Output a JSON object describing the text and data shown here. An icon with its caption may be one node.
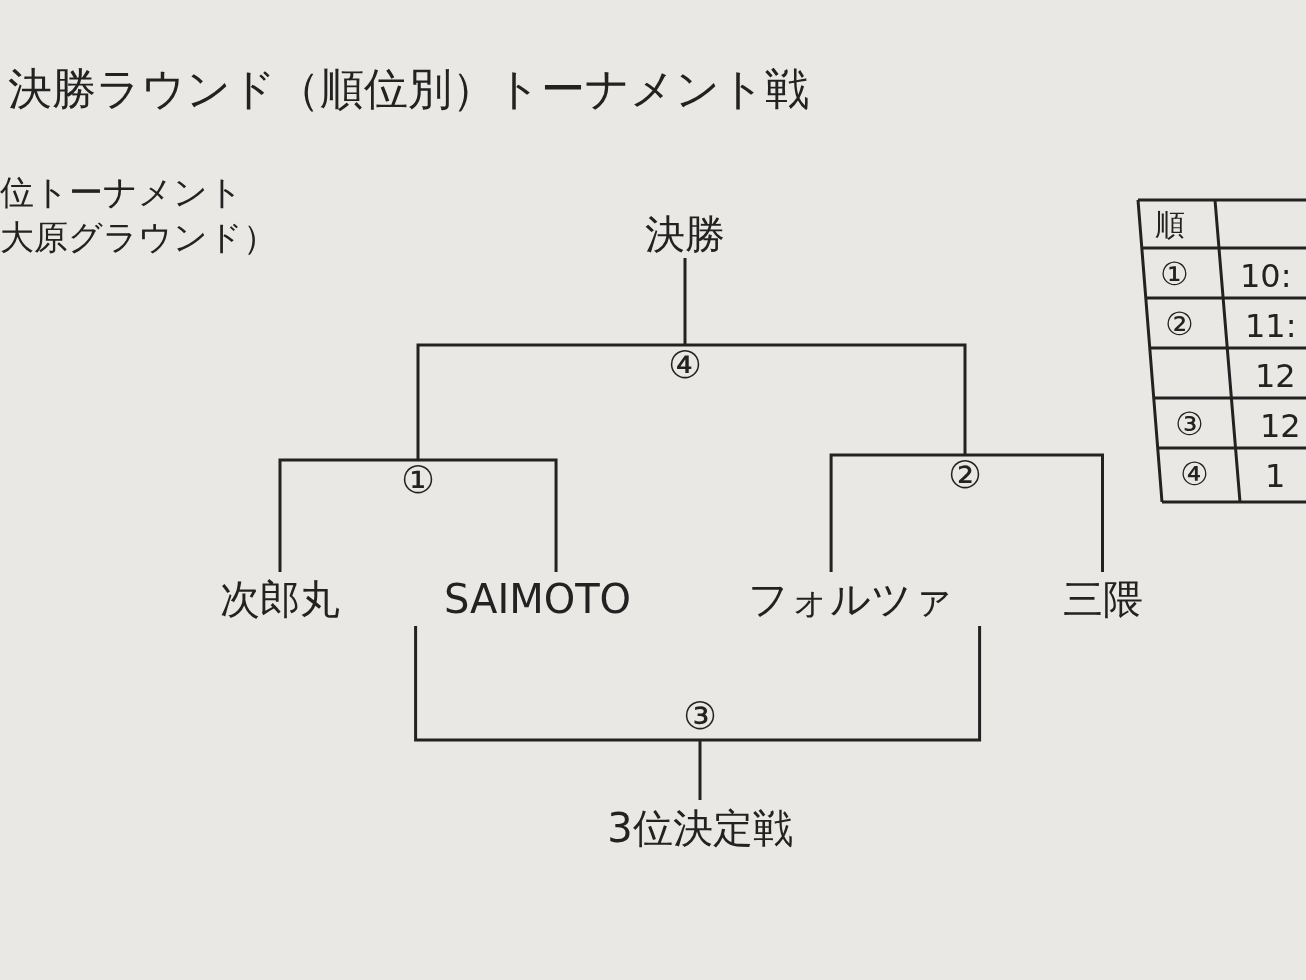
{
  "diagram": {
    "title": "決勝ラウンド（順位別）トーナメント戦",
    "nodes": [
      {
        "text": [
          "決勝"
        ]
      },
      {
        "text": [
          "④"
        ]
      },
      {
        "text": [
          "①"
        ]
      },
      {
        "text": [
          "②"
        ]
      },
      {
        "text": [
          "次郎丸"
        ]
      },
      {
        "text": [
          "SAIMOTO"
        ]
      },
      {
        "text": [
          "フォルツァ"
        ]
      },
      {
        "text": [
          "三隈"
        ]
      },
      {
        "text": [
          "③"
        ]
      },
      {
        "text": [
          "3位決定戦"
        ]
      }
    ],
    "edges": [
      {
        "from": 4,
        "to": 2,
        "arrow": "none"
      },
      {
        "from": 5,
        "to": 2,
        "arrow": "none"
      },
      {
        "from": 6,
        "to": 3,
        "arrow": "none"
      },
      {
        "from": 7,
        "to": 3,
        "arrow": "none"
      },
      {
        "from": 2,
        "to": 1,
        "arrow": "none"
      },
      {
        "from": 3,
        "to": 1,
        "arrow": "none"
      },
      {
        "from": 1,
        "to": 0,
        "arrow": "none"
      },
      {
        "from": 5,
        "to": 8,
        "arrow": "none"
      },
      {
        "from": 6,
        "to": 8,
        "arrow": "none"
      },
      {
        "from": 8,
        "to": 9,
        "arrow": "none"
      }
    ],
    "labels": [
      "位トーナメント",
      "大原グラウンド）",
      "順",
      "①",
      "10:",
      "②",
      "11:",
      "12",
      "③",
      "12",
      "④",
      "1"
    ]
  }
}
